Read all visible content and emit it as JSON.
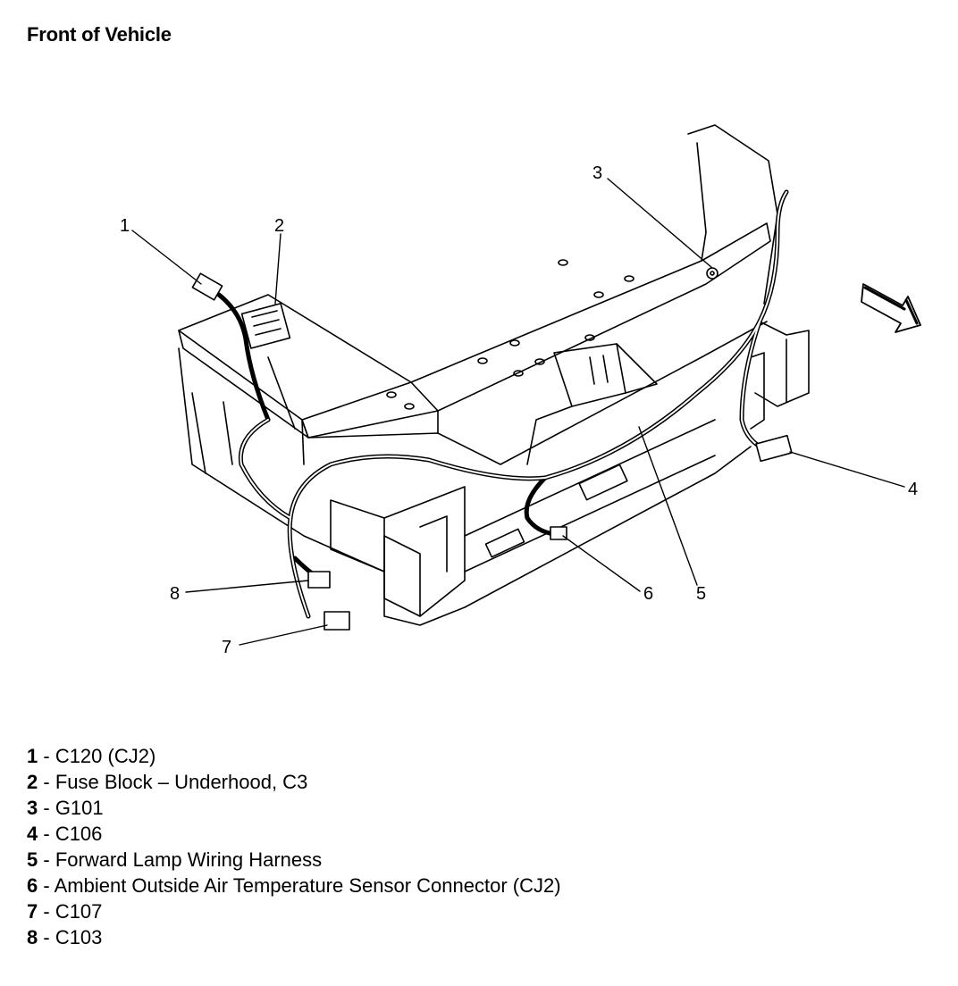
{
  "title": "Front of Vehicle",
  "callouts": [
    {
      "num": "1"
    },
    {
      "num": "2"
    },
    {
      "num": "3"
    },
    {
      "num": "4"
    },
    {
      "num": "5"
    },
    {
      "num": "6"
    },
    {
      "num": "7"
    },
    {
      "num": "8"
    }
  ],
  "legend": [
    {
      "num": "1",
      "sep": " - ",
      "text": "C120 (CJ2)"
    },
    {
      "num": "2",
      "sep": " - ",
      "text": "Fuse Block – Underhood, C3"
    },
    {
      "num": "3",
      "sep": " - ",
      "text": "G101"
    },
    {
      "num": "4",
      "sep": " - ",
      "text": "C106"
    },
    {
      "num": "5",
      "sep": " - ",
      "text": "Forward Lamp Wiring Harness"
    },
    {
      "num": "6",
      "sep": " - ",
      "text": "Ambient Outside Air Temperature Sensor Connector (CJ2)"
    },
    {
      "num": "7",
      "sep": " - ",
      "text": "C107"
    },
    {
      "num": "8",
      "sep": " - ",
      "text": "C103"
    }
  ]
}
